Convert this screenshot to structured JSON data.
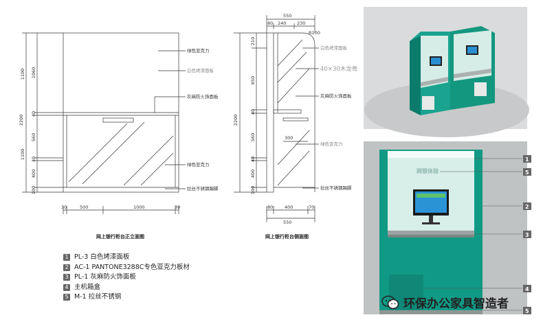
{
  "front_view": {
    "caption": "网上银行柜台正立面图",
    "dim_total_height": "2200",
    "dim_upper": "1100",
    "dim_lower": "1100",
    "dim_1060": "1060",
    "dim_40a": "40",
    "dim_560": "560",
    "dim_40b": "40",
    "dim_400": "400",
    "dim_100": "100",
    "dim_30a": "30",
    "dim_500": "500",
    "dim_1000": "1000",
    "dim_30b": "30",
    "label_green_acrylic_top": "绿色亚克力",
    "label_white_paint": "白色烤漆面板",
    "label_gray_panel": "灰麻防火饰面板",
    "label_green_acrylic_bottom": "绿色亚克力",
    "label_steel_foot": "拉丝不锈钢踢脚"
  },
  "side_view": {
    "caption": "网上银行柜台侧面图",
    "dim_550_top": "550",
    "dim_80": "80",
    "dim_240": "240",
    "dim_230": "230",
    "dim_r100": "R100",
    "dim_210": "210",
    "dim_850": "850",
    "dim_2200": "2200",
    "dim_40a": "40",
    "dim_560": "560",
    "dim_40b": "40",
    "dim_400": "400",
    "dim_100": "100",
    "dim_300": "300",
    "dim_80b": "80",
    "dim_400b": "400",
    "dim_70": "70",
    "dim_550_bottom": "550",
    "label_white_paint": "白色烤漆面板",
    "label_tube": "40×30木龙骨",
    "label_gray_panel": "灰麻防火饰面板",
    "label_green_acrylic": "绿色亚克力",
    "label_steel_foot": "拉丝不锈钢踢脚"
  },
  "legend": [
    {
      "num": "1",
      "text": "PL-3  白色烤漆面板"
    },
    {
      "num": "2",
      "text": "AC-1  PANTONE3288C专色亚克力板材"
    },
    {
      "num": "3",
      "text": "PL-1  灰麻防火饰面板"
    },
    {
      "num": "4",
      "text": "主机箱盒"
    },
    {
      "num": "5",
      "text": "M-1  拉丝不锈钢"
    }
  ],
  "render_callouts": [
    "1",
    "5",
    "2",
    "3",
    "4",
    "5"
  ],
  "sign_text": "网银体验",
  "watermark": "环保办公家具智造者",
  "colors": {
    "teal": "#119a86",
    "teal_dark": "#0b6f61",
    "panel_light": "#d8efe9"
  }
}
